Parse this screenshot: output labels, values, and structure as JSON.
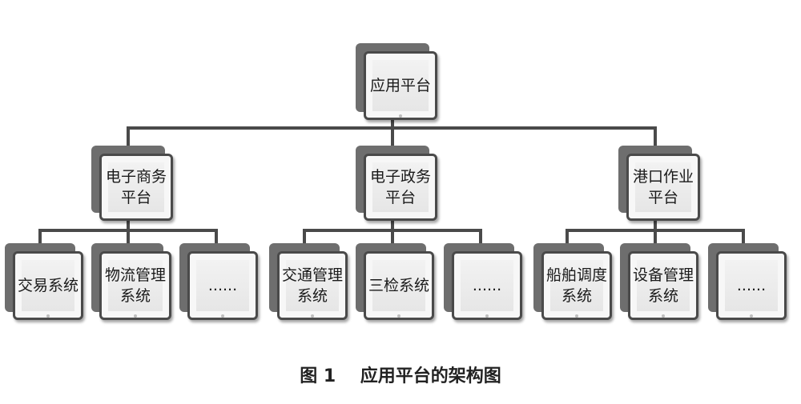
{
  "diagram": {
    "root": {
      "label": "应用平台"
    },
    "platforms": [
      {
        "label": "电子商务平台",
        "systems": [
          "交易系统",
          "物流管理系统",
          "......"
        ]
      },
      {
        "label": "电子政务平台",
        "systems": [
          "交通管理系统",
          "三检系统",
          "......"
        ]
      },
      {
        "label": "港口作业平台",
        "systems": [
          "船舶调度系统",
          "设备管理系统",
          "......"
        ]
      }
    ]
  },
  "caption": {
    "number": "图 1",
    "title": "应用平台的架构图"
  },
  "colors": {
    "line": "#4a4a4a",
    "shadow": "#6e6e6e",
    "card": "#f2f2f2"
  }
}
